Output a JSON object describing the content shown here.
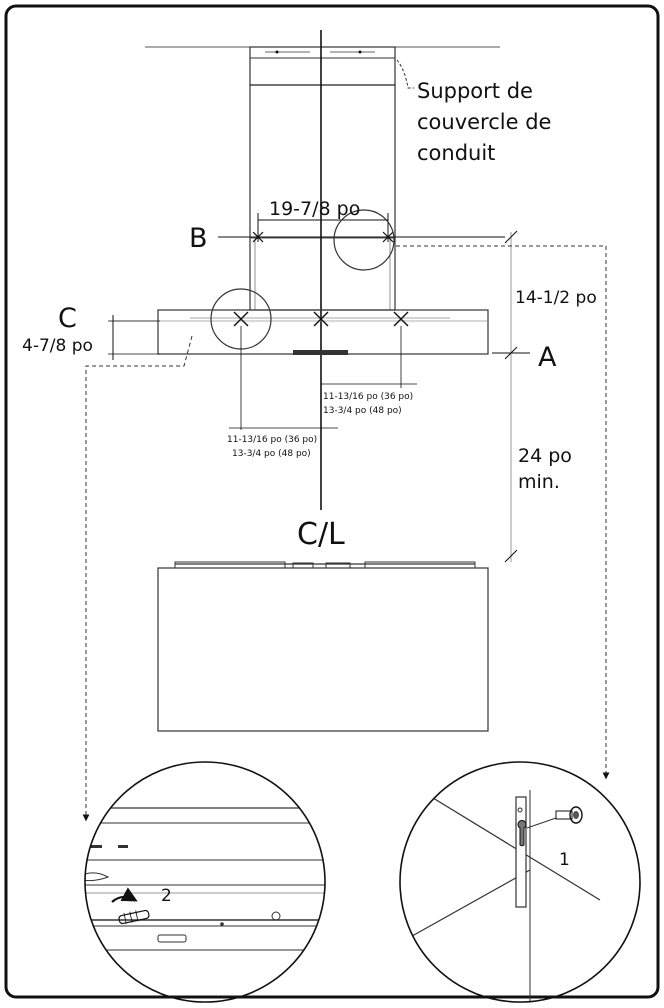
{
  "labels": {
    "support": [
      "Support de",
      "couvercle de",
      "conduit"
    ],
    "b_width": "19-7/8 po",
    "b_letter": "B",
    "c_letter": "C",
    "c_dim": "4-7/8 po",
    "a_letter": "A",
    "height_ab": "14-1/2 po",
    "min_height": [
      "24 po",
      "min."
    ],
    "centerline": "C/L",
    "right_offset_1": "11-13/16 po (36 po)",
    "right_offset_2": "13-3/4 po (48 po)",
    "left_offset_1": "11-13/16 po (36 po)",
    "left_offset_2": "13-3/4 po (48 po)",
    "step_1": "1",
    "step_2": "2"
  }
}
